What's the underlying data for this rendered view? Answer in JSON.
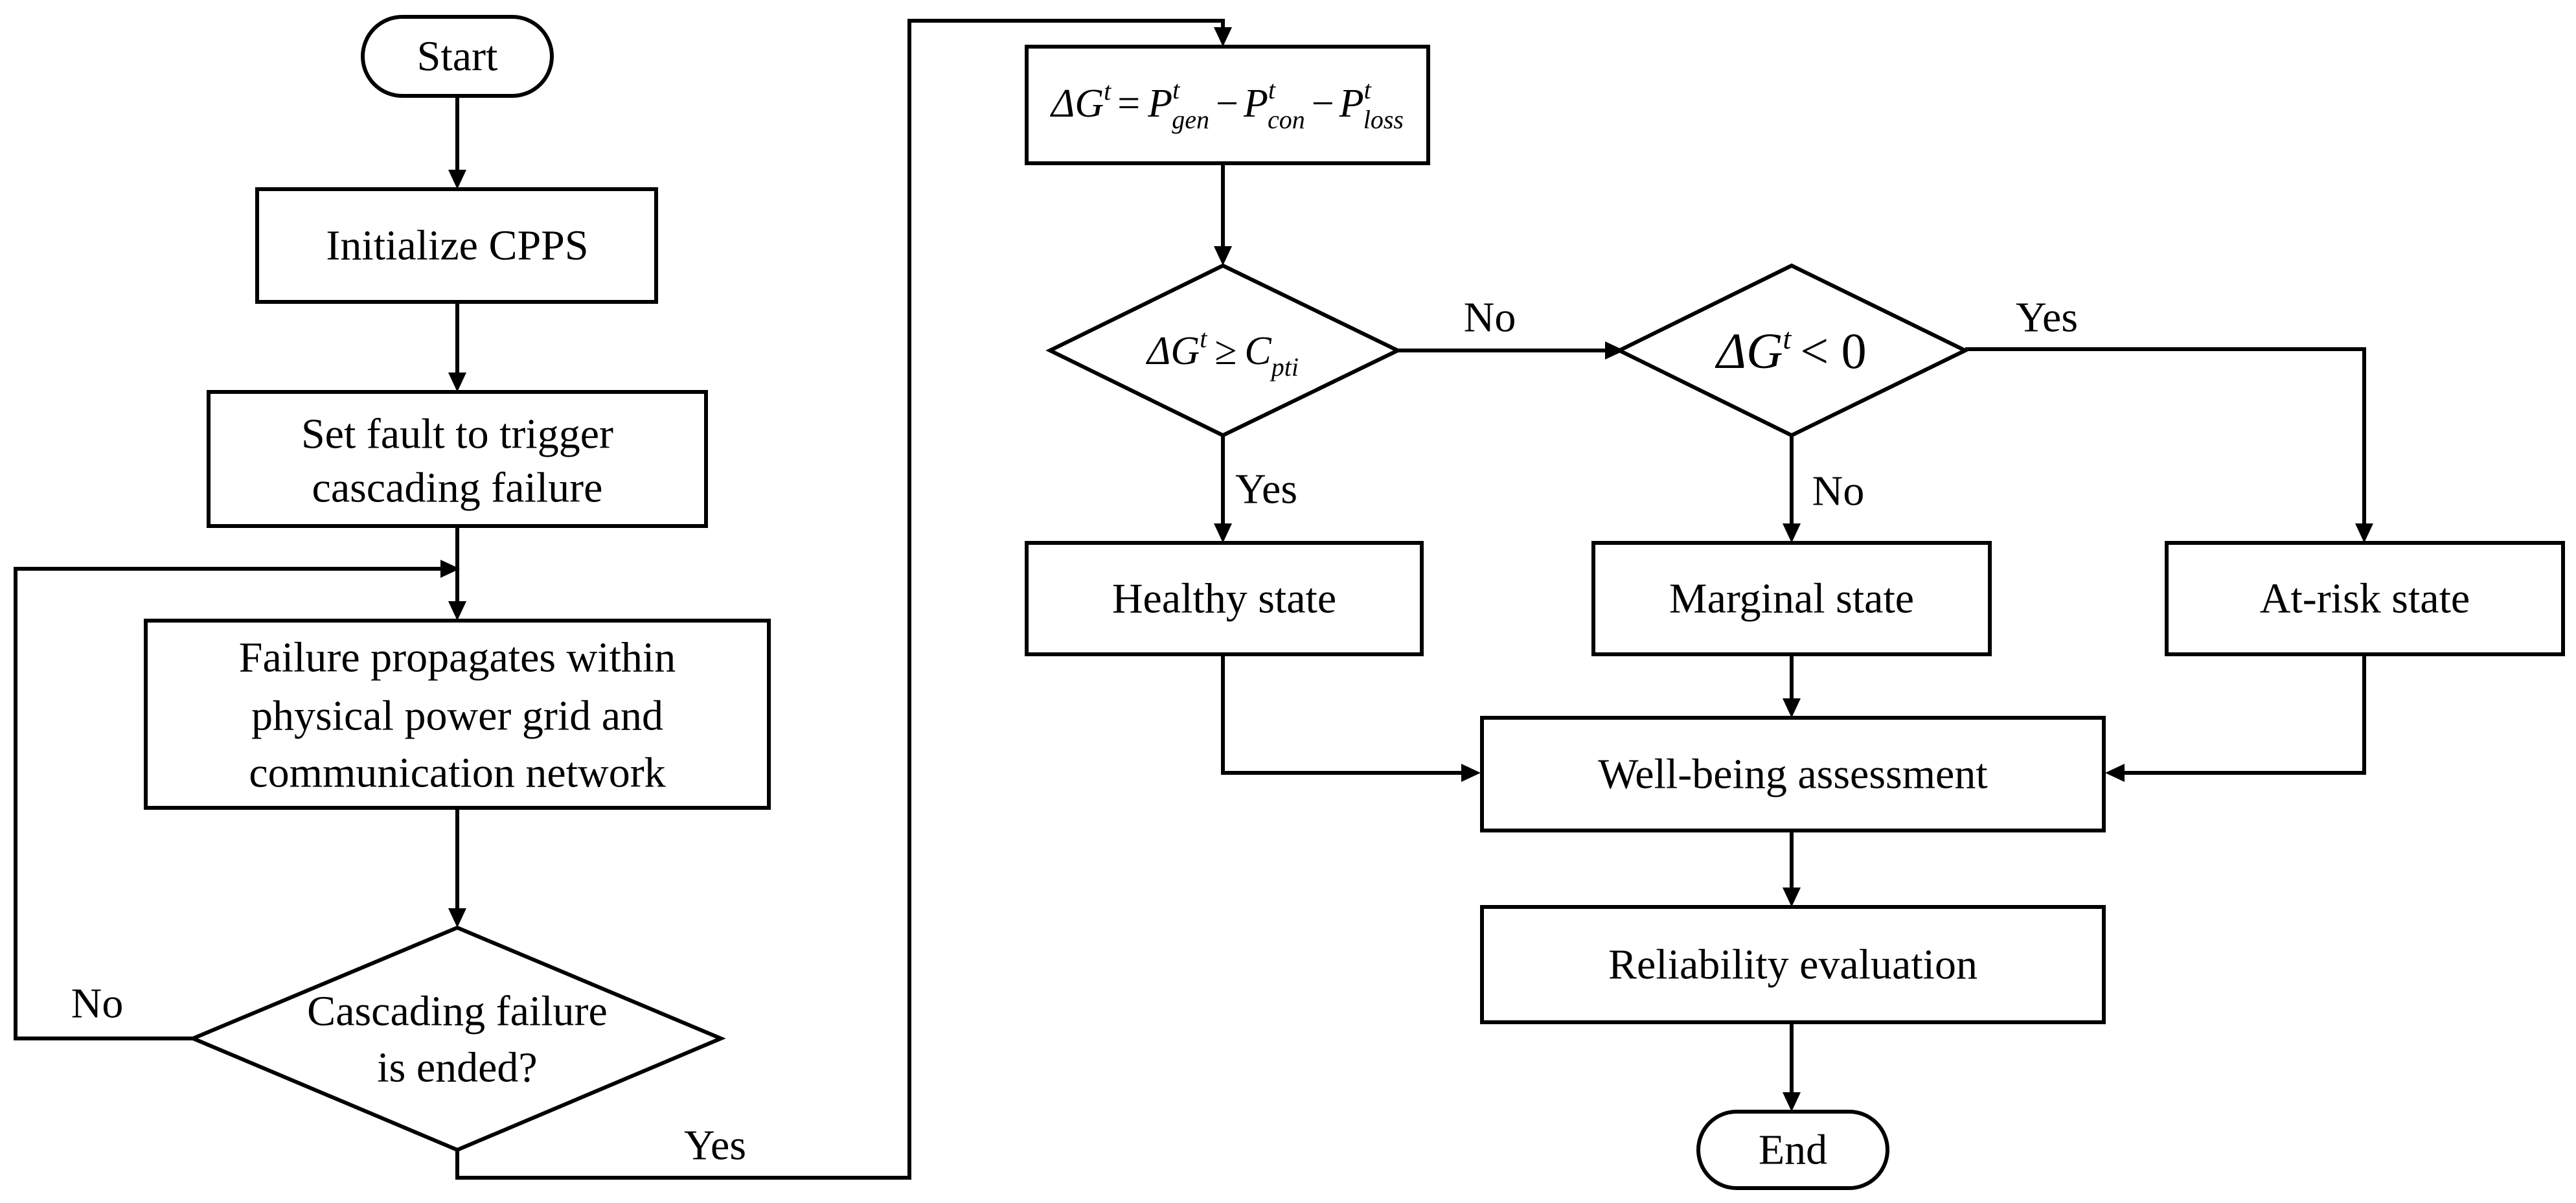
{
  "nodes": {
    "start": "Start",
    "init": "Initialize CPPS",
    "setfault_l1": "Set fault to trigger",
    "setfault_l2": "cascading failure",
    "prop_l1": "Failure propagates within",
    "prop_l2": "physical power grid and",
    "prop_l3": "communication network",
    "cascade_l1": "Cascading failure",
    "cascade_l2": "is ended?",
    "healthy": "Healthy state",
    "marginal": "Marginal state",
    "atrisk": "At-risk state",
    "wellbeing": "Well-being assessment",
    "reliability": "Reliability evaluation",
    "end": "End"
  },
  "formulas": {
    "delta_g": "ΔG",
    "t": "t",
    "equals": "=",
    "minus": "−",
    "p": "P",
    "gen": "gen",
    "con": "con",
    "loss": "loss",
    "geq": "≥",
    "c": "C",
    "pti": "pti",
    "lt": "< 0"
  },
  "edge_labels": {
    "no_loop": "No",
    "yes_cascade": "Yes",
    "no_d1": "No",
    "yes_d1": "Yes",
    "yes_d2": "Yes",
    "no_d2": "No"
  }
}
